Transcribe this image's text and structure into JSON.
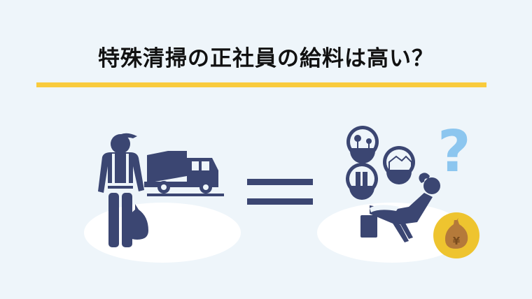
{
  "heading": {
    "title": "特殊清掃の正社員の給料は高い？"
  },
  "illustration": {
    "left": {
      "subject": "cleaning-worker-with-truck"
    },
    "operator": {
      "symbol": "="
    },
    "right": {
      "subject": "relaxing-rich-person",
      "coin_symbol": "¥",
      "question_mark": "?"
    }
  },
  "colors": {
    "background": "#eef5fa",
    "ground": "#ffffff",
    "figure": "#3b4672",
    "underline": "#f9cb3c",
    "question": "#8cc6ef",
    "coin": "#eec42f",
    "bag": "#b57a3a"
  }
}
